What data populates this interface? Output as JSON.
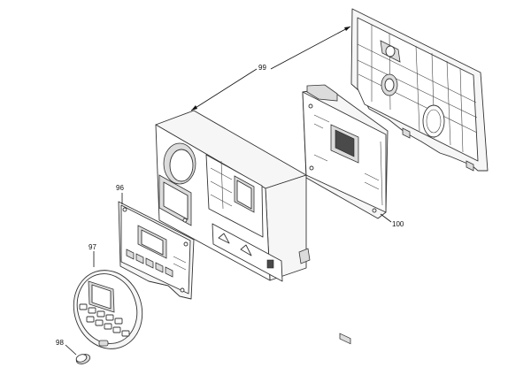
{
  "callouts": [
    {
      "id": "99",
      "label": "99"
    },
    {
      "id": "96",
      "label": "96"
    },
    {
      "id": "97",
      "label": "97"
    },
    {
      "id": "98",
      "label": "98"
    },
    {
      "id": "100",
      "label": "100"
    }
  ],
  "colors": {
    "line": "#333333",
    "background": "#ffffff"
  }
}
